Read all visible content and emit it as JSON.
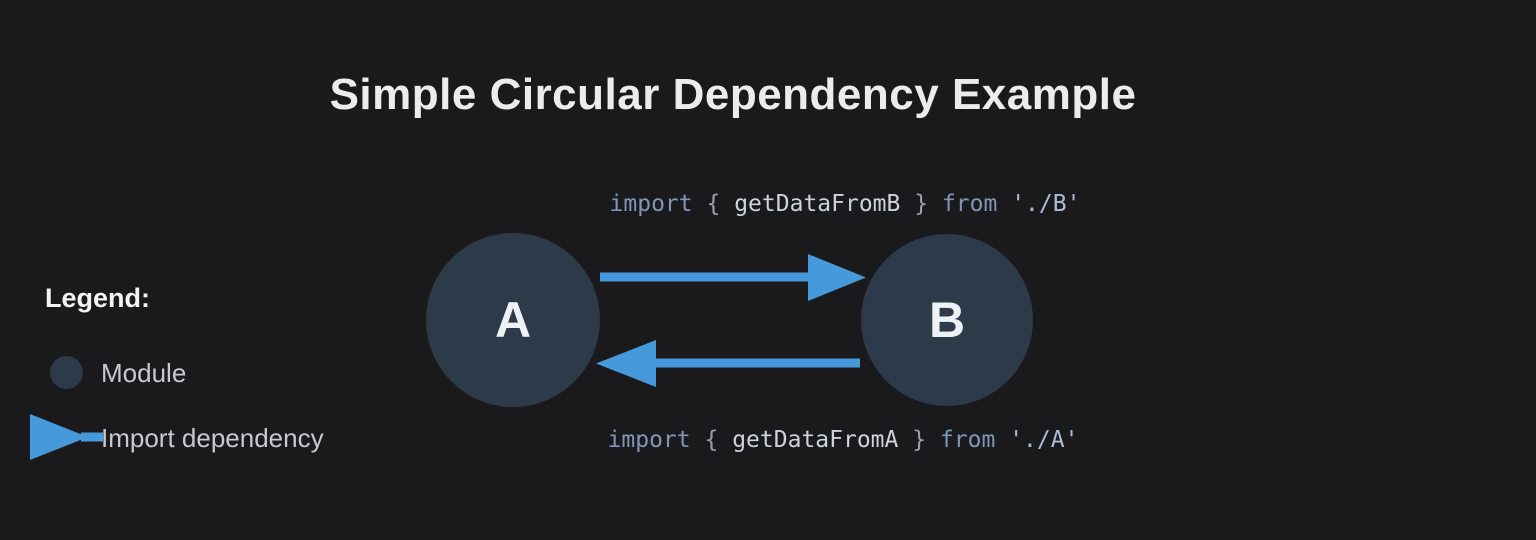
{
  "title": "Simple Circular Dependency Example",
  "colors": {
    "bg": "#1a1a1c",
    "accent": "#4699db",
    "module-fill": "#2d3a4a",
    "title-text": "#ececec",
    "legend-text": "#c6c9ce",
    "code-keyword": "#8195b8",
    "code-ident": "#ccd3dd",
    "code-string": "#aebdd6"
  },
  "diagram": {
    "node_a": {
      "label": "A"
    },
    "node_b": {
      "label": "B"
    },
    "import_top": {
      "keyword_import": "import",
      "brace_open": "{",
      "identifier": "getDataFromB",
      "brace_close": "}",
      "keyword_from": "from",
      "module_path": "'./B'"
    },
    "import_bottom": {
      "keyword_import": "import",
      "brace_open": "{",
      "identifier": "getDataFromA",
      "brace_close": "}",
      "keyword_from": "from",
      "module_path": "'./A'"
    }
  },
  "legend": {
    "heading": "Legend:",
    "items": [
      {
        "label": "Module"
      },
      {
        "label": "Import dependency"
      }
    ]
  }
}
